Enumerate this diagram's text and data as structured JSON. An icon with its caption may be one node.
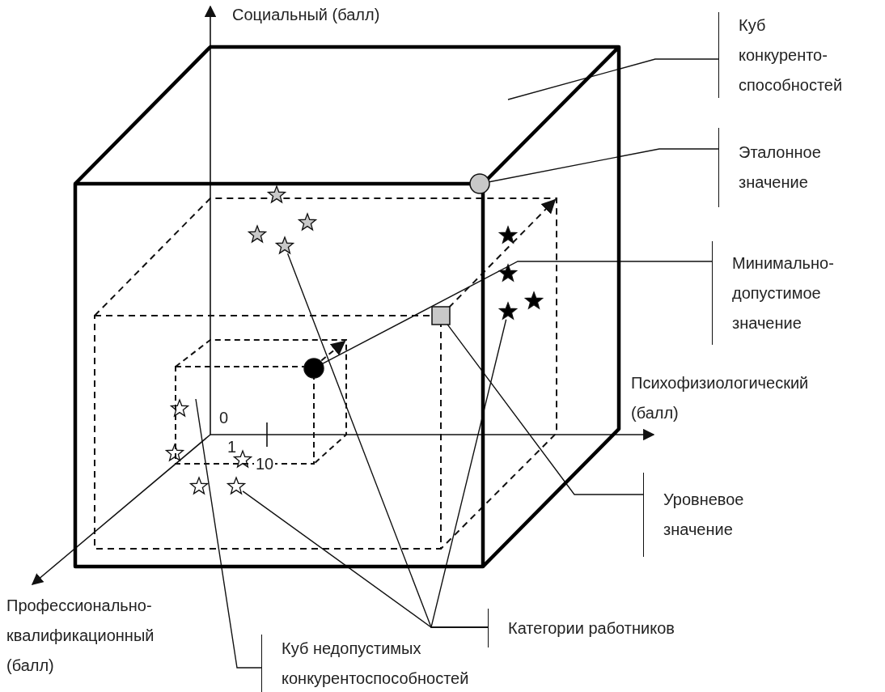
{
  "diagram": {
    "nodes": [
      {
        "text": [
          "Куб конкуренто-способностей"
        ]
      },
      {
        "text": [
          "Эталонное значение"
        ]
      },
      {
        "text": [
          "Минимально-допустимое значение"
        ]
      },
      {
        "text": [
          "Уровневое значение"
        ]
      },
      {
        "text": [
          "Категории работников"
        ]
      },
      {
        "text": [
          "Куб недопустимых конкурентоспособностей"
        ]
      },
      {
        "text": [],
        "shape": "circle",
        "in": 9
      },
      {
        "text": [],
        "shape": "circle",
        "in": 10
      },
      {
        "text": [],
        "shape": "box",
        "in": 9
      },
      {
        "text": [],
        "shape": "cube"
      },
      {
        "text": [],
        "shape": "cube",
        "in": 9
      },
      {
        "text": [],
        "shape": "star",
        "in": 9
      },
      {
        "text": [],
        "shape": "star",
        "in": 9
      },
      {
        "text": [],
        "shape": "star",
        "in": 9
      }
    ],
    "edges": [
      {
        "from": 0,
        "to": 9,
        "arrow": "none"
      },
      {
        "from": 1,
        "to": 6,
        "arrow": "none"
      },
      {
        "from": 2,
        "to": 7,
        "arrow": "none"
      },
      {
        "from": 3,
        "to": 8,
        "arrow": "none"
      },
      {
        "from": 4,
        "to": 11,
        "arrow": "none"
      },
      {
        "from": 4,
        "to": 12,
        "arrow": "none"
      },
      {
        "from": 4,
        "to": 13,
        "arrow": "none"
      },
      {
        "from": 5,
        "to": 10,
        "arrow": "none"
      }
    ],
    "labels": [
      "Социальный (балл)",
      "Психофизиологический (балл)",
      "0",
      "1",
      "10",
      "Профессионально-квалификационный (балл)"
    ]
  }
}
